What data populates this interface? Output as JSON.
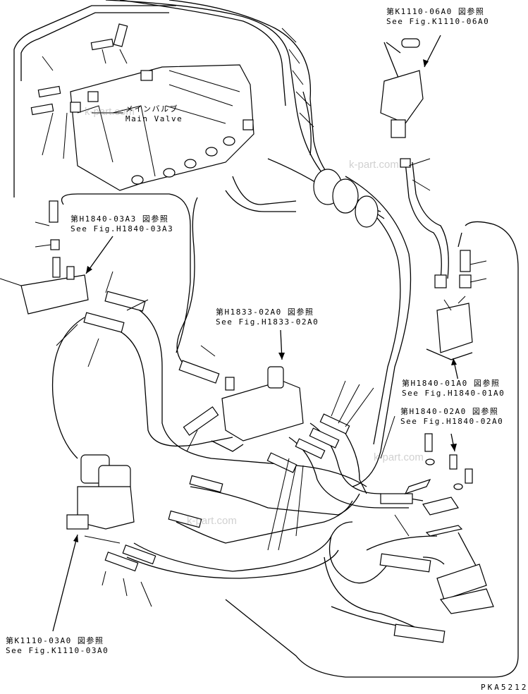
{
  "refs": {
    "k1110_06a0": {
      "jp": "第K1110-06A0 図参照",
      "en": "See Fig.K1110-06A0"
    },
    "main_valve": {
      "jp": "メインバルブ",
      "en": "Main Valve"
    },
    "h1840_03a3": {
      "jp": "第H1840-03A3 図参照",
      "en": "See Fig.H1840-03A3"
    },
    "h1833_02a0": {
      "jp": "第H1833-02A0 図参照",
      "en": "See Fig.H1833-02A0"
    },
    "h1840_01a0": {
      "jp": "第H1840-01A0 図参照",
      "en": "See Fig.H1840-01A0"
    },
    "h1840_02a0": {
      "jp": "第H1840-02A0 図参照",
      "en": "See Fig.H1840-02A0"
    },
    "k1110_03a0": {
      "jp": "第K1110-03A0 図参照",
      "en": "See Fig.K1110-03A0"
    }
  },
  "drawing_number": "PKA5212",
  "watermark": "k-part.com"
}
